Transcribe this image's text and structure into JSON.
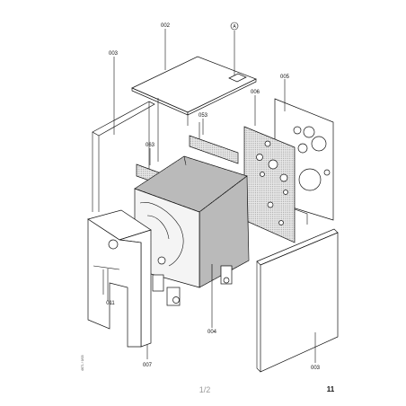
{
  "diagram": {
    "part_labels": {
      "p002": "002",
      "p003_left": "003",
      "p003_right": "003",
      "p004": "004",
      "p005": "005",
      "p006": "006",
      "p007": "007",
      "p011": "011",
      "p053": "053",
      "p063": "063"
    },
    "callout_marker": "A",
    "side_code": "4671 / 0/03",
    "page_marker": "1/2",
    "page_number": "11"
  }
}
